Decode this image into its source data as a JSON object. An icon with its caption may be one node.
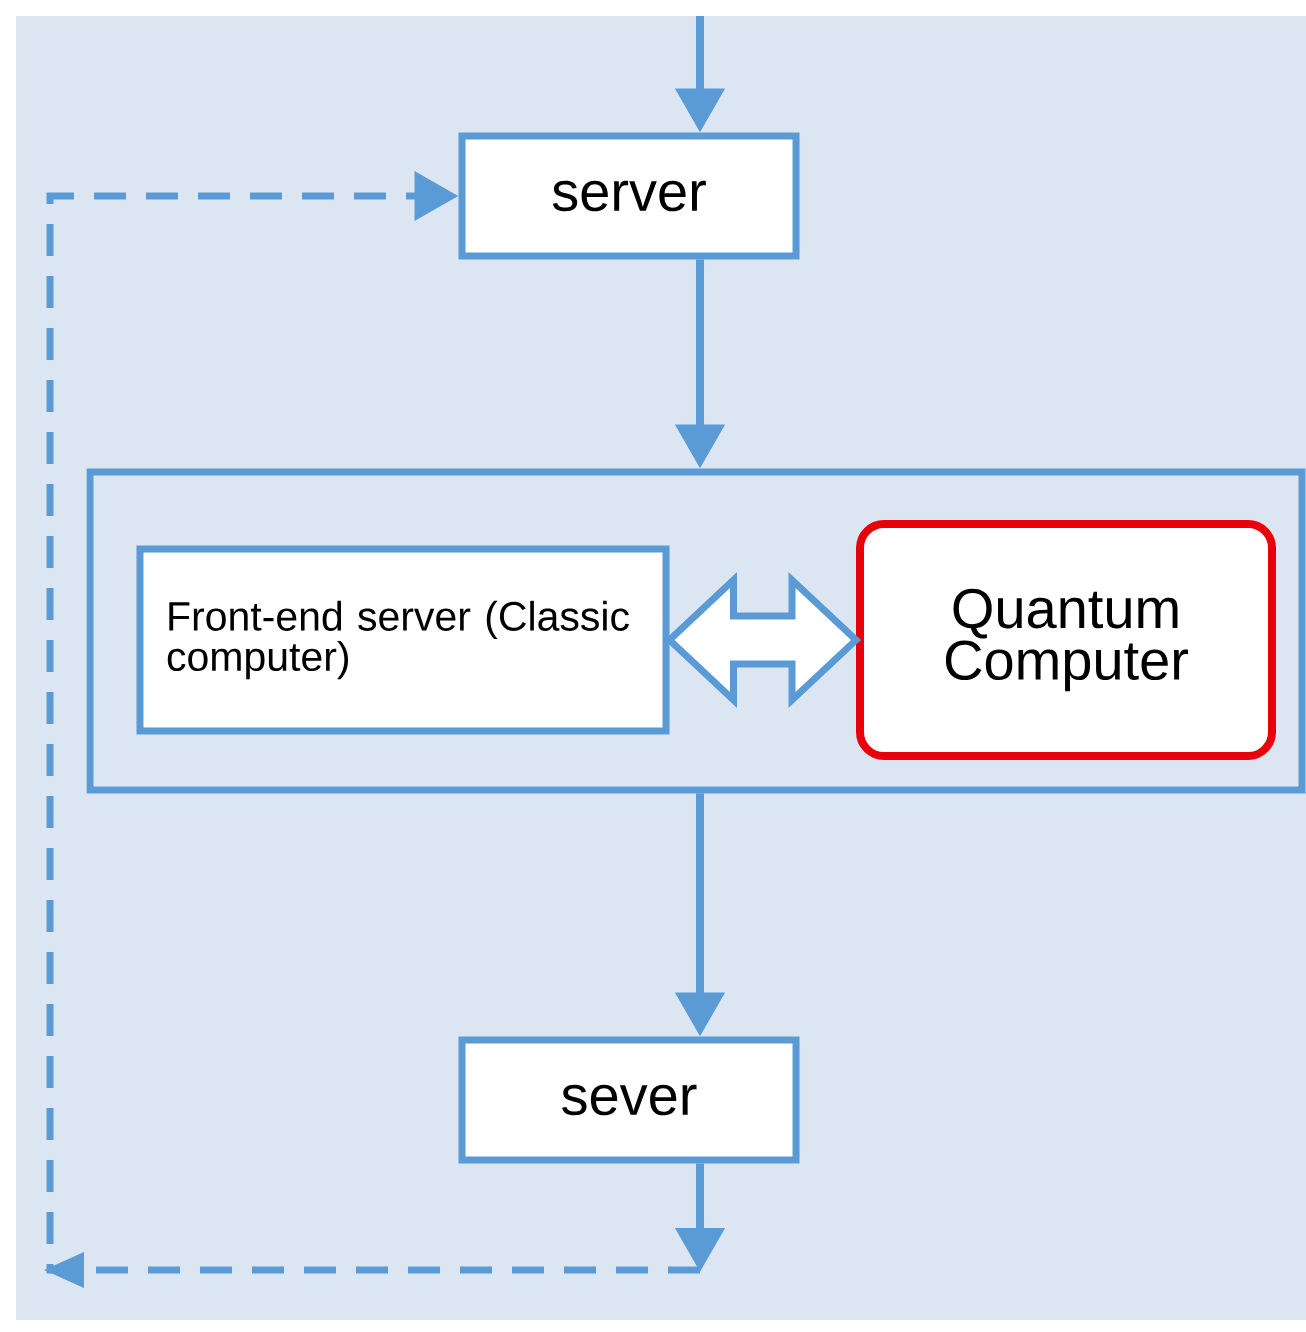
{
  "diagram": {
    "nodes": [
      {
        "text": [
          "server"
        ]
      },
      {
        "text": [],
        "shape": "box"
      },
      {
        "text": [
          "Front-end server (Classic computer)"
        ],
        "in": 1
      },
      {
        "text": [
          "Quantum Computer"
        ],
        "in": 1
      },
      {
        "text": [
          "sever"
        ]
      }
    ],
    "edges": [
      {
        "from": null,
        "to": 0,
        "arrow": "to"
      },
      {
        "from": 0,
        "to": 1,
        "arrow": "to"
      },
      {
        "from": 2,
        "to": 3,
        "arrow": "both",
        "style": "thick"
      },
      {
        "from": 1,
        "to": 4,
        "arrow": "to"
      },
      {
        "from": 4,
        "to": null,
        "arrow": "to"
      },
      {
        "from": null,
        "to": 0,
        "arrow": "to",
        "style": "dashed"
      }
    ]
  }
}
